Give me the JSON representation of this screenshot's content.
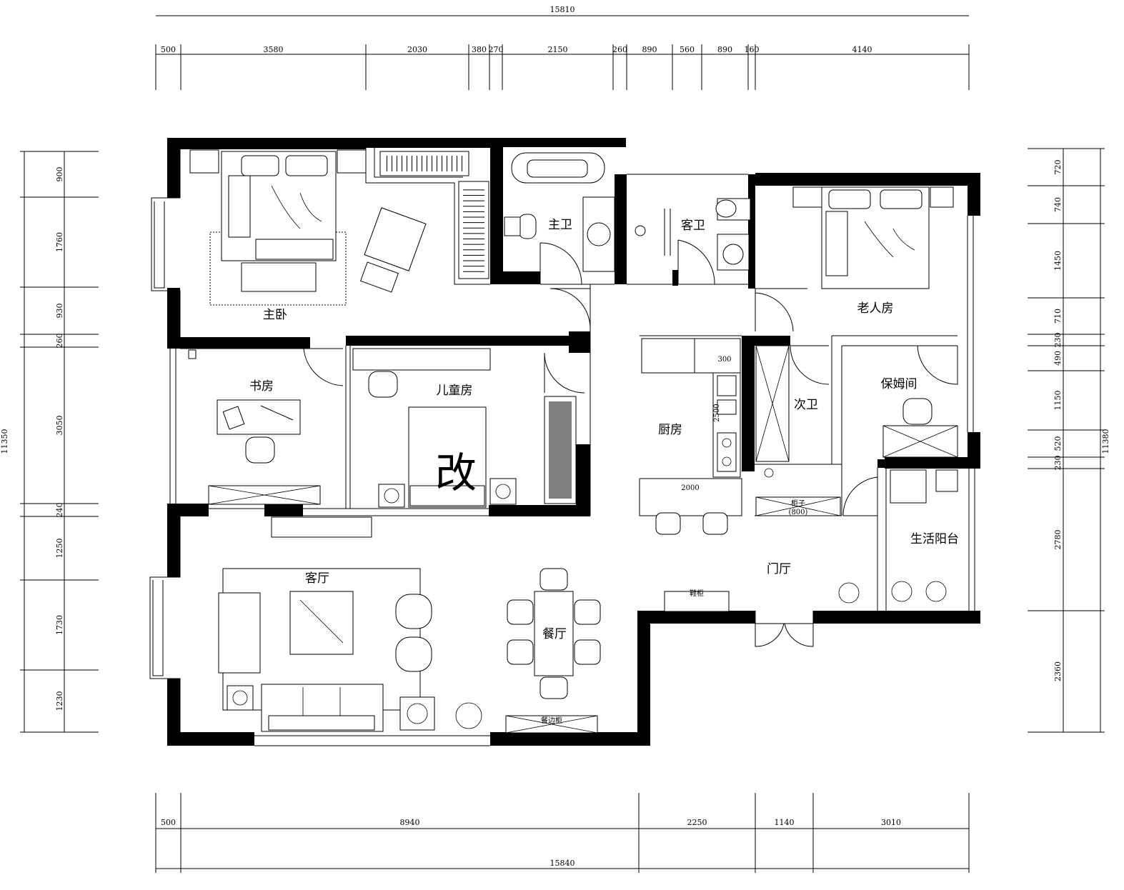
{
  "top_dimensions": {
    "total": "15810",
    "segments": [
      "500",
      "3580",
      "2030",
      "380",
      "270",
      "2150",
      "260",
      "890",
      "560",
      "890",
      "160",
      "4140"
    ]
  },
  "bottom_dimensions": {
    "total": "15840",
    "segments": [
      "500",
      "8940",
      "2250",
      "1140",
      "3010"
    ]
  },
  "left_dimensions": {
    "total": "11350",
    "segments": [
      "900",
      "1760",
      "930",
      "260",
      "3050",
      "240",
      "1250",
      "1730",
      "1230"
    ]
  },
  "right_dimensions": {
    "total": "11380",
    "segments": [
      "720",
      "740",
      "1450",
      "710",
      "230",
      "490",
      "1150",
      "520",
      "230",
      "2780",
      "2360"
    ]
  },
  "rooms": {
    "master_bedroom": "主卧",
    "master_bath": "主卫",
    "guest_bath": "客卫",
    "elder_room": "老人房",
    "study": "书房",
    "kids_room": "儿童房",
    "kitchen": "厨房",
    "second_bath": "次卫",
    "nanny_room": "保姆间",
    "living_room": "客厅",
    "dining_room": "餐厅",
    "entrance": "门厅",
    "utility_balcony": "生活阳台"
  },
  "annotations": {
    "stamp": "改",
    "counter_width": "2000",
    "counter_depth": "300",
    "counter_side": "2500",
    "shoe_cabinet": "鞋柜",
    "shoe_cabinet_dim": "(800)",
    "bathroom_cabinet": "柜子",
    "sideboard": "餐边柜"
  }
}
